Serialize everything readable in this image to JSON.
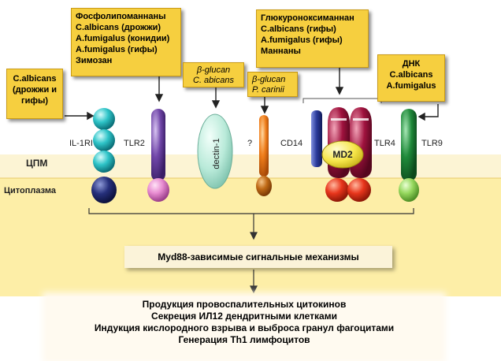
{
  "membrane_label": "ЦПМ",
  "cytoplasm_label": "Цитоплазма",
  "receptors": {
    "il1ri": "IL-1RI",
    "tlr2": "TLR2",
    "dectin1": "dectin-1",
    "unknown": "?",
    "cd14": "CD14",
    "md2": "MD2",
    "tlr4": "TLR4",
    "tlr9": "TLR9"
  },
  "ligands": {
    "calbicans_box": [
      "C.albicans",
      "(дрожжи и",
      "гифы)"
    ],
    "tlr2_box": [
      "Фосфолипоманнаны",
      "C.albicans (дрожжи)",
      "A.fumigalus (конидии)",
      "A.fumigalus (гифы)",
      "Зимозан"
    ],
    "beta_glucan_1": {
      "line1": "β-glucan",
      "line2": "C. abicans"
    },
    "beta_glucan_2": {
      "line1": "β-glucan",
      "line2": "P. carinii"
    },
    "tlr4_box": [
      "Глюкуроноксиманнан",
      "C.albicans (гифы)",
      "A.fumigalus (гифы)",
      "Маннаны"
    ],
    "tlr9_box": [
      "ДНК",
      "C.albicans",
      "A.fumigalus"
    ]
  },
  "pathway": "Myd88-зависимые сигнальные механизмы",
  "effects": [
    "Продукция провоспалительных цитокинов",
    "Секреция ИЛ12 дендритными клетками",
    "Индукция кислородного взрыва и выброса гранул фагоцитами",
    "Генерация Th1 лимфоцитов"
  ],
  "colors": {
    "membrane": "#fcf4d4",
    "cytoplasm": "#fdeea7",
    "box": "#f6cf3f",
    "il1ri": "#2ec4c8",
    "tlr2": "#7046a8",
    "dectin": "#b9ead9",
    "orange": "#ef7d1a",
    "cd14": "#2a3a9a",
    "tlr4": "#a0123e",
    "tlr9": "#1f8a3a"
  }
}
